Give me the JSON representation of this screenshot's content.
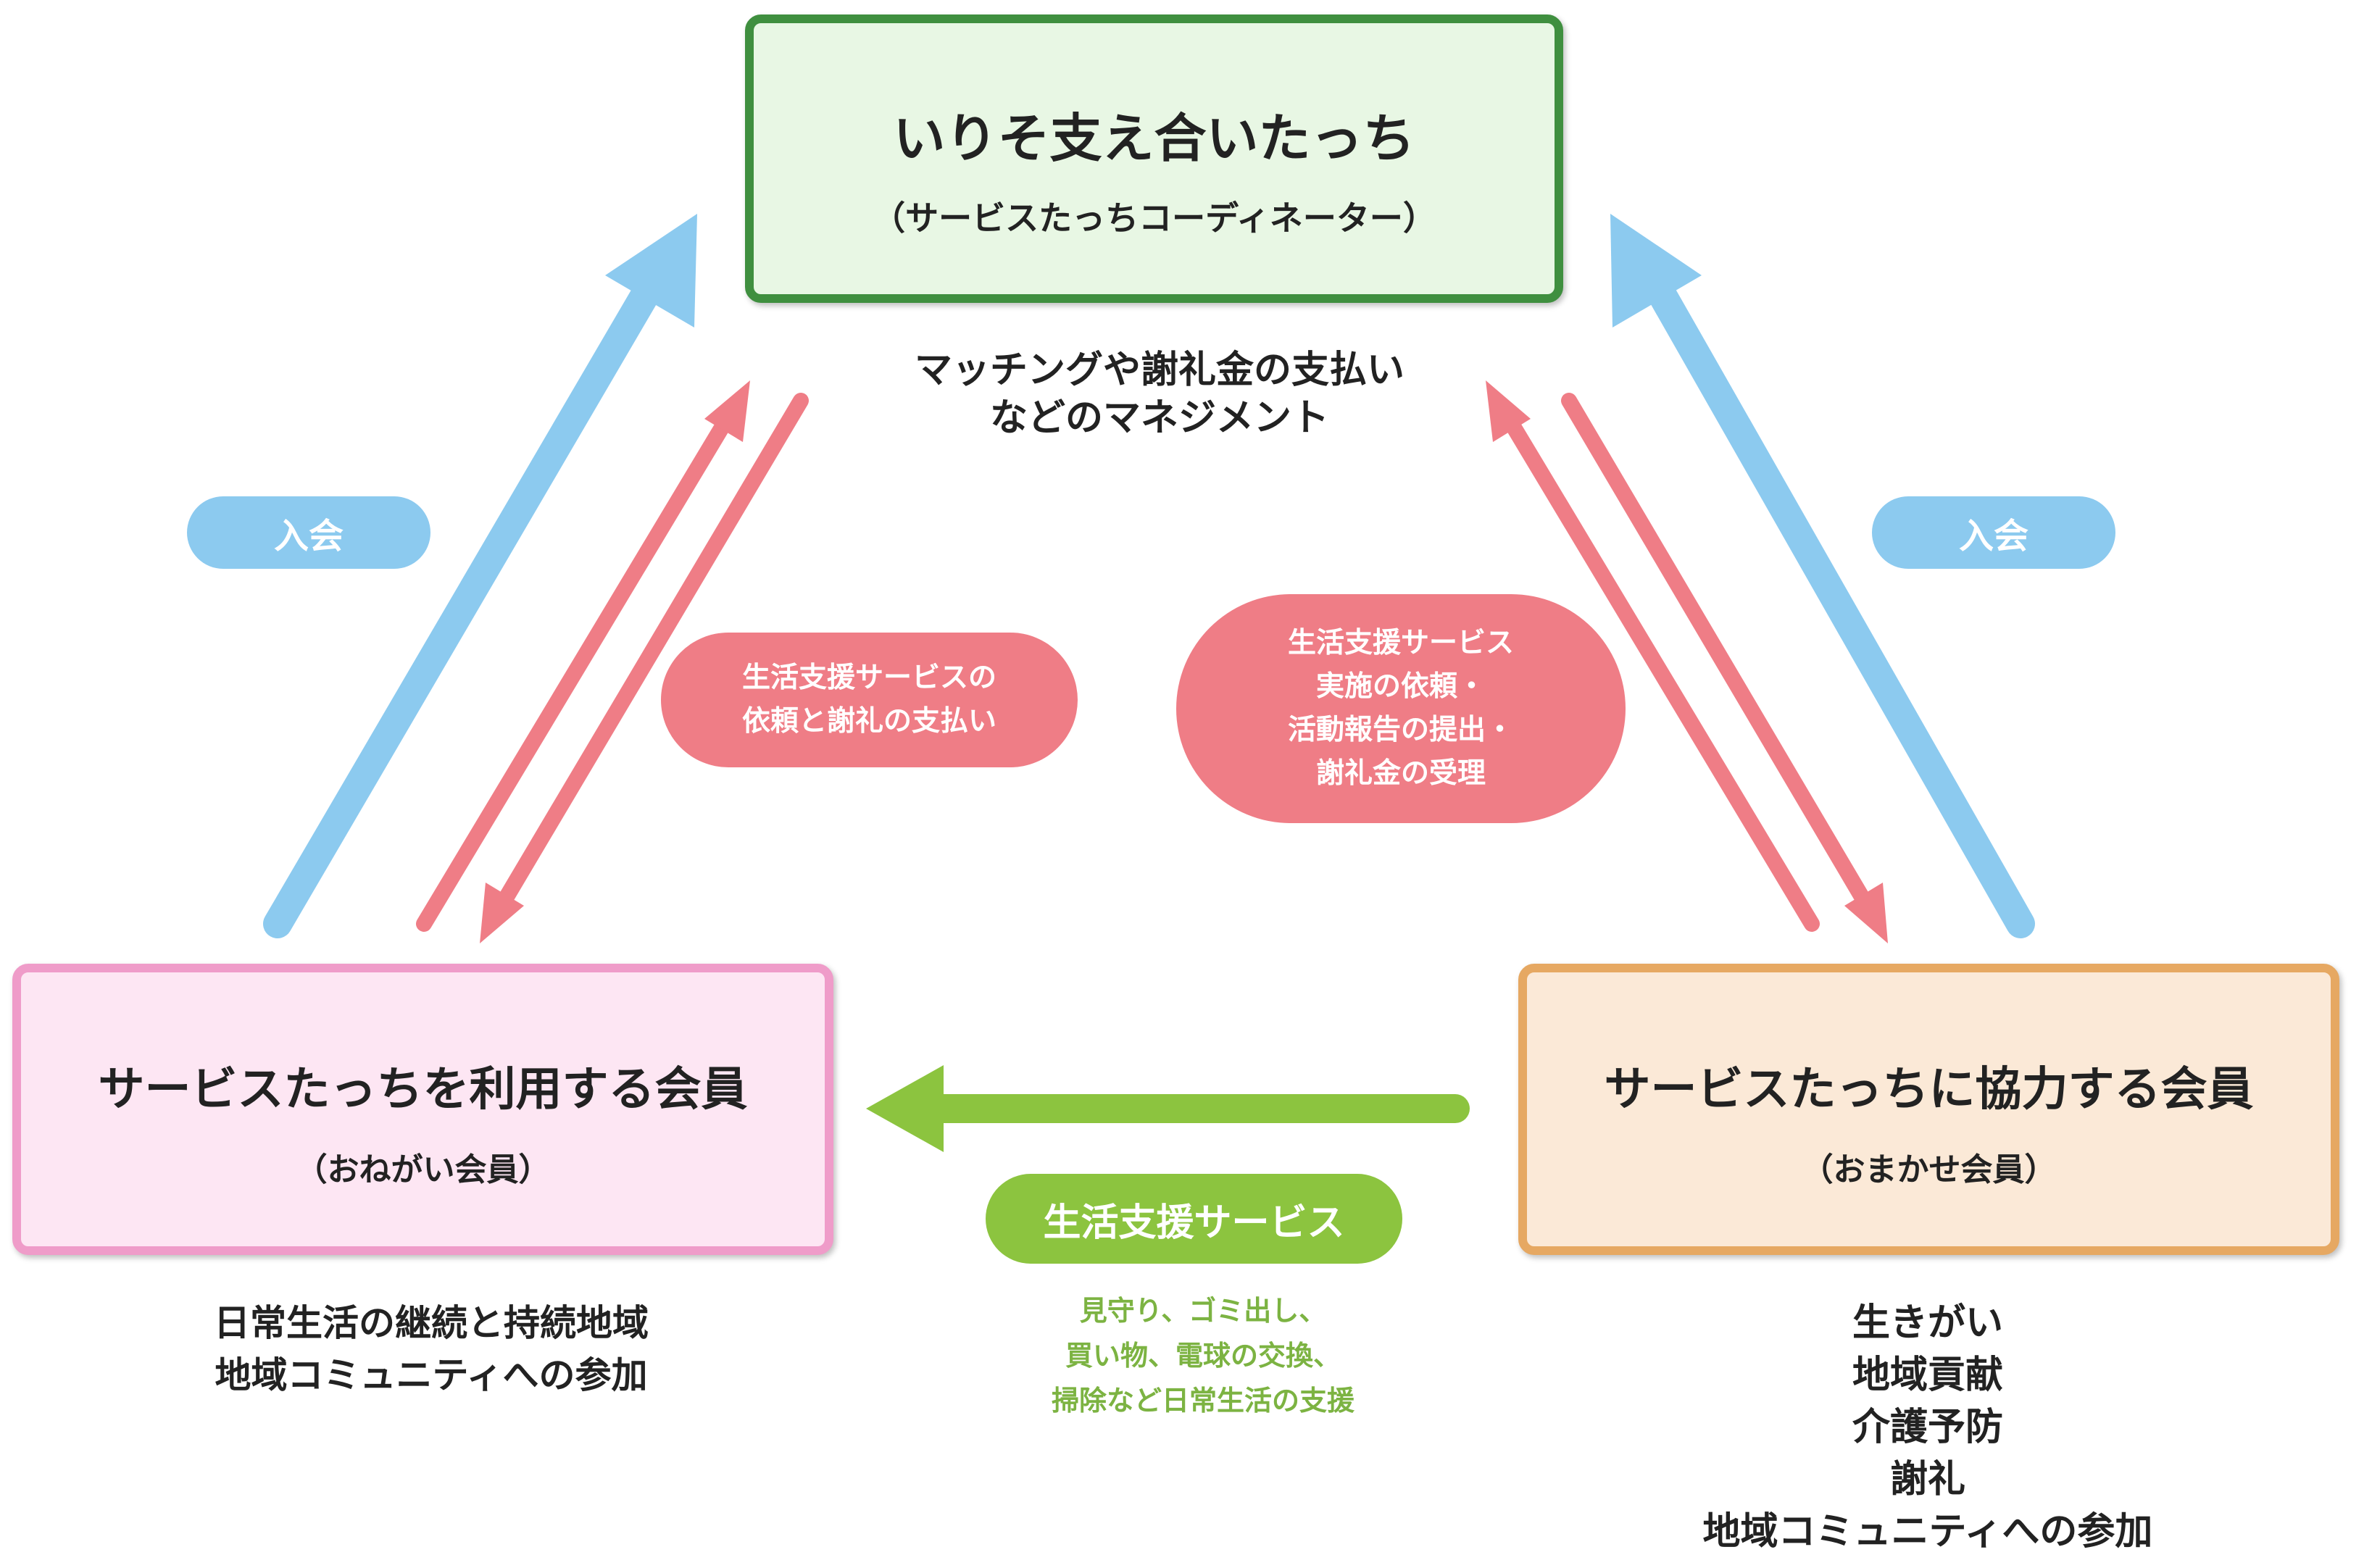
{
  "coordinator": {
    "title": "いりそ支え合いたっち",
    "subtitle": "（サービスたっちコーディネーター）"
  },
  "coordinator_role": "マッチングや謝礼金の支払い\nなどのマネジメント",
  "requester": {
    "title": "サービスたっちを利用する会員",
    "subtitle": "（おねがい会員）"
  },
  "provider": {
    "title": "サービスたっちに協力する会員",
    "subtitle": "（おまかせ会員）"
  },
  "labels": {
    "join_left": "入会",
    "join_right": "入会",
    "request_and_payment": "生活支援サービスの\n依頼と謝礼の支払い",
    "implementation": "生活支援サービス\n実施の依頼・\n活動報告の提出・\n謝礼金の受理",
    "service": "生活支援サービス"
  },
  "service_examples": "見守り、ゴミ出し、\n買い物、電球の交換、\n掃除など日常生活の支援",
  "requester_benefits": "日常生活の継続と持続地域\n地域コミュニティへの参加",
  "provider_benefits": "生きがい\n地域貢献\n介護予防\n謝礼\n地域コミュニティへの参加",
  "colors": {
    "join_arrow": "#8ccaef",
    "exchange_arrow": "#ef7d86",
    "service_arrow": "#8cc43f",
    "coordinator_border": "#3f8f3f",
    "requester_border": "#ef9cc9",
    "provider_border": "#e6a862"
  }
}
